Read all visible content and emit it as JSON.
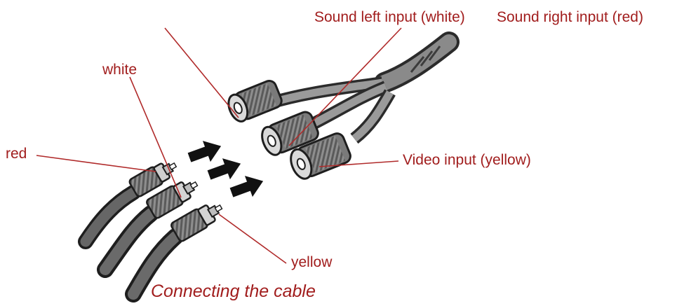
{
  "labels": {
    "sound_left_input": "Sound left input (white)",
    "sound_right_input": "Sound right input (red)",
    "video_input": "Video input (yellow)",
    "white": "white",
    "red": "red",
    "yellow": "yellow"
  },
  "caption": "Connecting the cable",
  "colors": {
    "label_text": "#a11d1d",
    "leader_line": "#b02a2a",
    "cable_body": "#5f5f5f",
    "cable_highlight": "#9a9a9a",
    "arrow": "#1a1a1a"
  }
}
